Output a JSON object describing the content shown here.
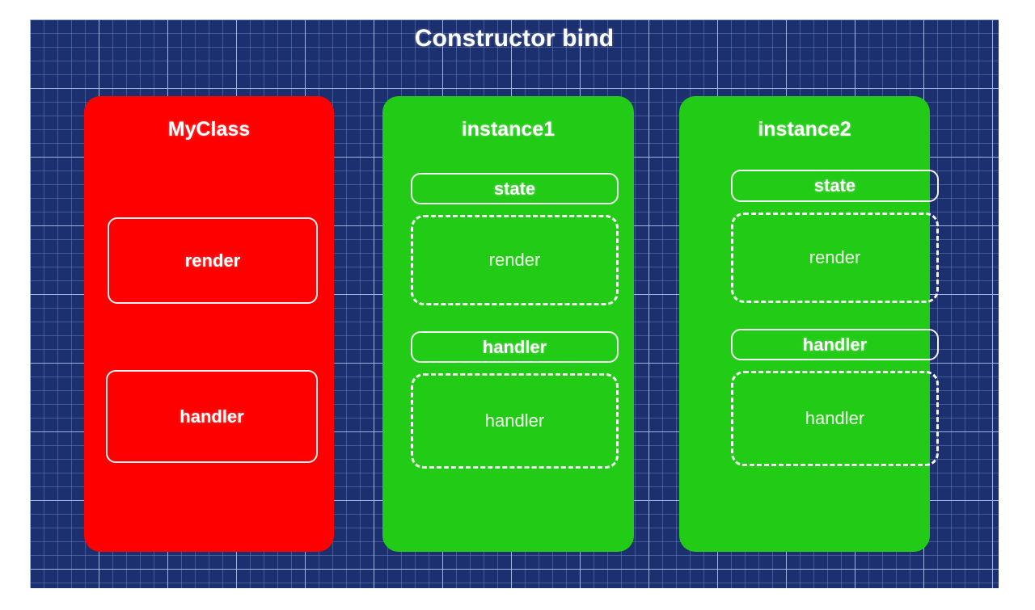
{
  "diagram": {
    "title": "Constructor bind",
    "background_color": "#1c3070",
    "grid_line_color": "#adc4f0",
    "page_background": "#ffffff"
  },
  "cards": [
    {
      "id": "myclass",
      "title": "MyClass",
      "color": "#ff0000",
      "members": [
        {
          "label": "render",
          "style": "solid"
        },
        {
          "label": "handler",
          "style": "solid"
        }
      ]
    },
    {
      "id": "instance1",
      "title": "instance1",
      "color": "#22cc16",
      "members": [
        {
          "label": "state",
          "style": "solid"
        },
        {
          "label": "render",
          "style": "dashed"
        },
        {
          "label": "handler",
          "style": "solid"
        },
        {
          "label": "handler",
          "style": "dashed"
        }
      ]
    },
    {
      "id": "instance2",
      "title": "instance2",
      "color": "#22cc16",
      "members": [
        {
          "label": "state",
          "style": "solid"
        },
        {
          "label": "render",
          "style": "dashed"
        },
        {
          "label": "handler",
          "style": "solid"
        },
        {
          "label": "handler",
          "style": "dashed"
        }
      ]
    }
  ]
}
